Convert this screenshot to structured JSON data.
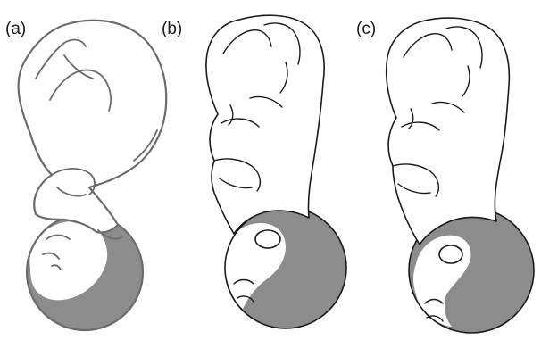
{
  "figure": {
    "panels": [
      {
        "label": "(a)"
      },
      {
        "label": "(b)"
      },
      {
        "label": "(c)"
      }
    ]
  },
  "colors": {
    "outline": "#1a1a1a",
    "outline_panel_a": "#6b6b6b",
    "head_shading": "#8c8c8c",
    "background": "#ffffff"
  }
}
